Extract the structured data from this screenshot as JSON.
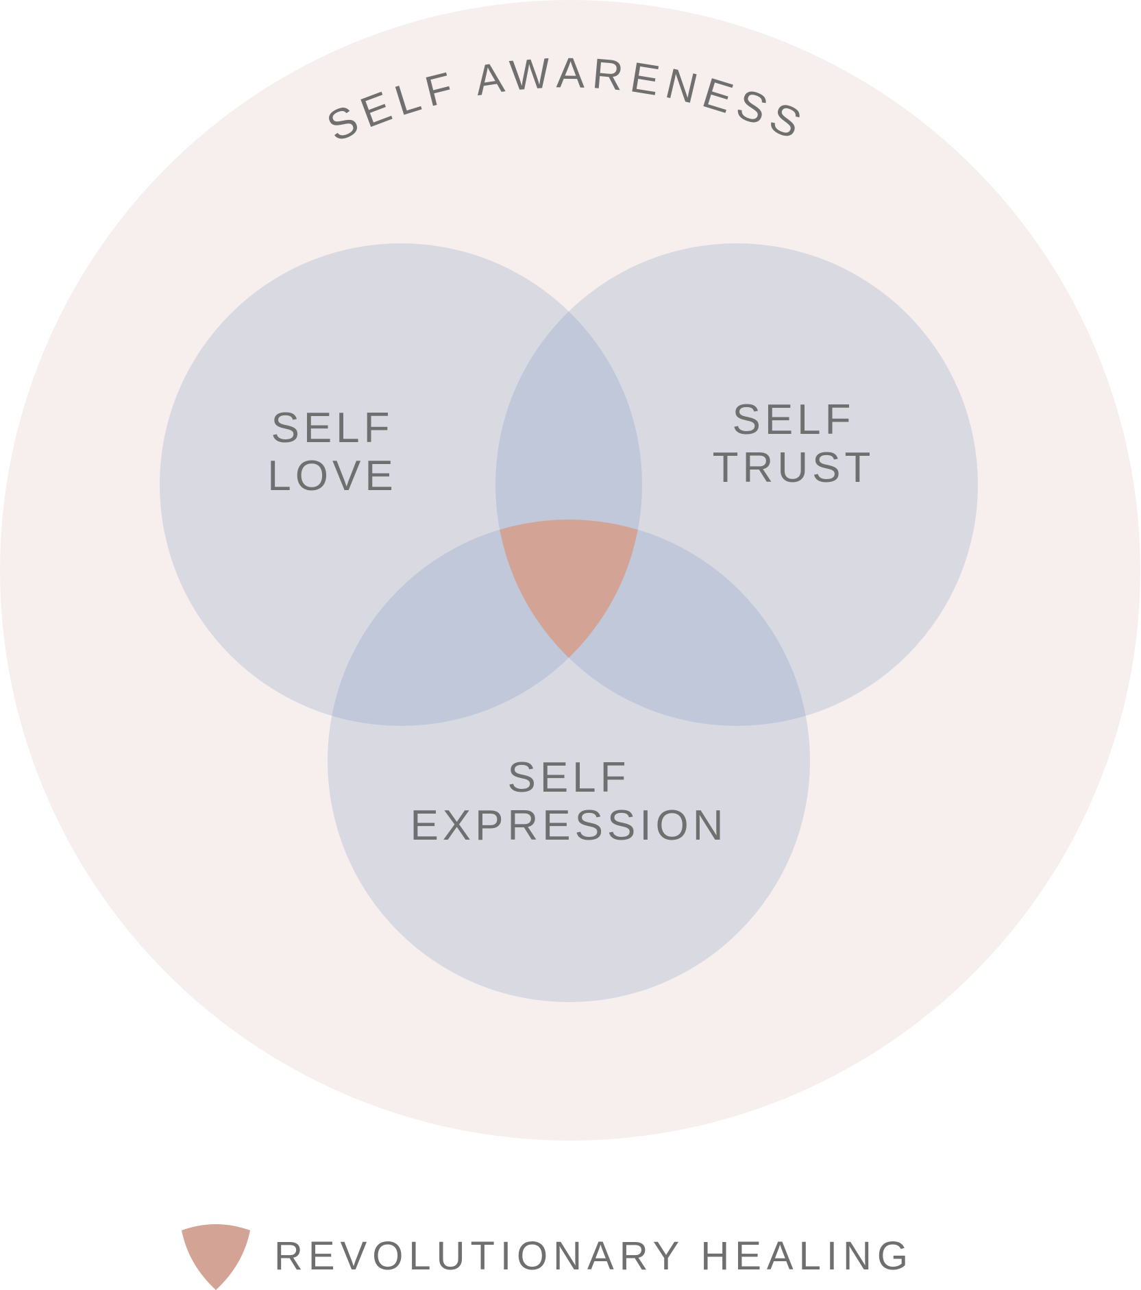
{
  "diagram": {
    "outer_label": "SELF AWARENESS",
    "circles": [
      {
        "id": "love",
        "line1": "SELF",
        "line2": "LOVE"
      },
      {
        "id": "trust",
        "line1": "SELF",
        "line2": "TRUST"
      },
      {
        "id": "expression",
        "line1": "SELF",
        "line2": "EXPRESSION"
      }
    ],
    "legend": {
      "label": "REVOLUTIONARY HEALING"
    }
  },
  "colors": {
    "outer_circle": "#f6efed",
    "inner_circle": "#d9d9e1",
    "overlap": "#c0c8da",
    "center": "#d3a495",
    "text": "#6f6f6f"
  }
}
